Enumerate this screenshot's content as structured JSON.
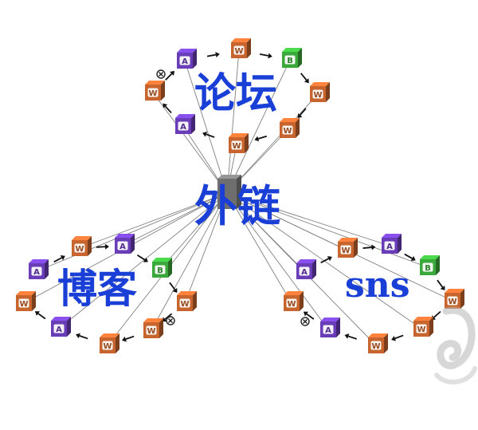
{
  "diagram": {
    "hub_label": "外链",
    "clusters": {
      "top": {
        "label": "论坛"
      },
      "left": {
        "label": "博客"
      },
      "right": {
        "label": "sns"
      }
    }
  },
  "colors": {
    "label_text": "#1a3fd6",
    "node_w": "#c8652e",
    "node_a": "#6a3db8",
    "node_b": "#3aa83a",
    "hub": "#6e6e6e",
    "lines": "#808080",
    "arrows": "#111111"
  },
  "node_letters": {
    "w": "W",
    "a": "A",
    "b": "B"
  },
  "icons": [
    "cube-node-icon",
    "no-entry-icon",
    "arrow-icon"
  ]
}
